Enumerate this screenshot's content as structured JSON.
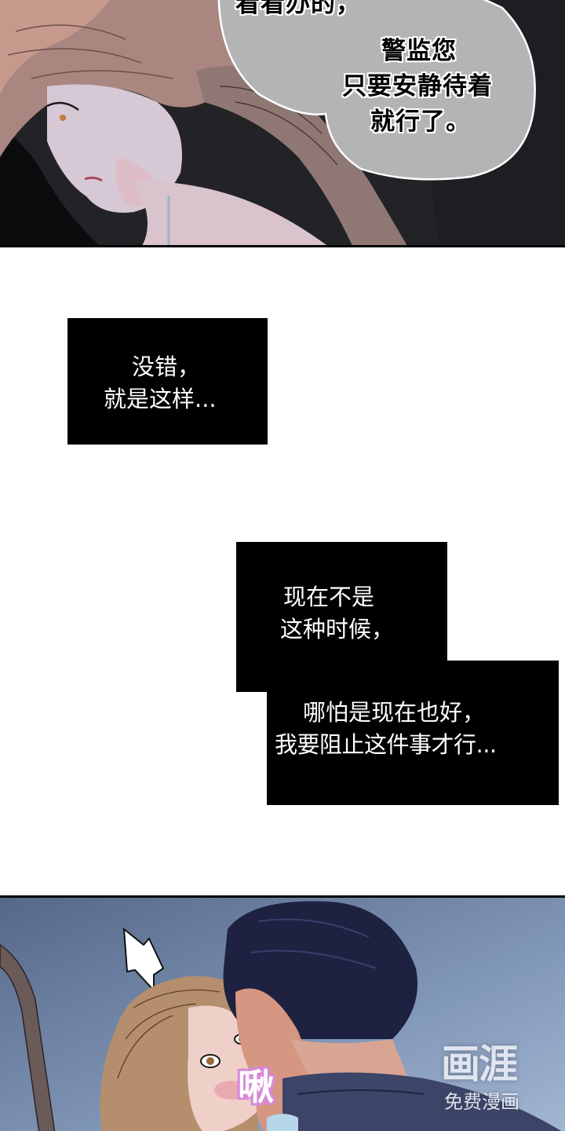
{
  "panels": [
    {
      "id": "panel-1",
      "speech_bubble": {
        "lines": [
          "看看办的，",
          "警监您",
          "只要安静待着",
          "就行了。"
        ],
        "bubble_fill": "#b4b4b6"
      },
      "background_color": "#222226"
    },
    {
      "id": "panel-2",
      "captions": [
        {
          "lines": [
            "没错，",
            "就是这样..."
          ]
        },
        {
          "lines": [
            "现在不是",
            "这种时候，"
          ]
        },
        {
          "lines": [
            "哪怕是现在也好，",
            "我要阻止这件事才行..."
          ]
        }
      ],
      "background_color": "#ffffff",
      "caption_color": "#000000"
    },
    {
      "id": "panel-3",
      "sound_effect": {
        "text": "啾",
        "outline_color": "#d68ad6"
      },
      "watermark": {
        "brand": "画涯",
        "tagline": "免费漫画"
      },
      "background_color": "#7489a8"
    }
  ]
}
